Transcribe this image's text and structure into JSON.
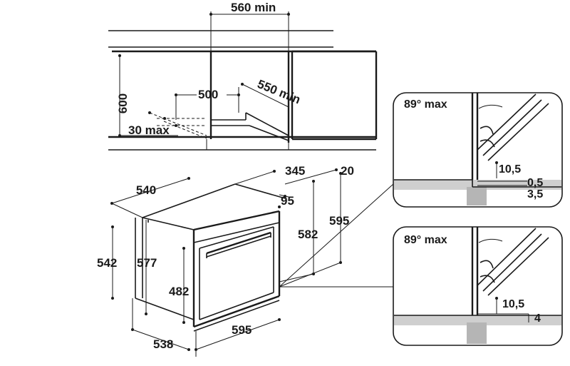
{
  "cabinet": {
    "width_min": "560 min",
    "height": "600",
    "depth_inner": "500",
    "depth_min": "550 min",
    "vent_max": "30 max"
  },
  "oven": {
    "depth_total": "540",
    "top_depth": "345",
    "top_gap": "20",
    "front_thickness": "95",
    "body_height": "582",
    "total_height": "595",
    "side_height": "542",
    "body_height_alt": "577",
    "door_height": "482",
    "bottom_depth": "538",
    "front_width": "595"
  },
  "detail_top": {
    "angle": "89° max",
    "gap": "10,5",
    "offset_a": "0,5",
    "offset_b": "3,5"
  },
  "detail_bottom": {
    "angle": "89° max",
    "gap": "10,5",
    "offset": "4"
  },
  "colors": {
    "ink": "#1a1a1a",
    "panel_fill": "#cfcfcf",
    "hatch": "#b5b5b5"
  }
}
